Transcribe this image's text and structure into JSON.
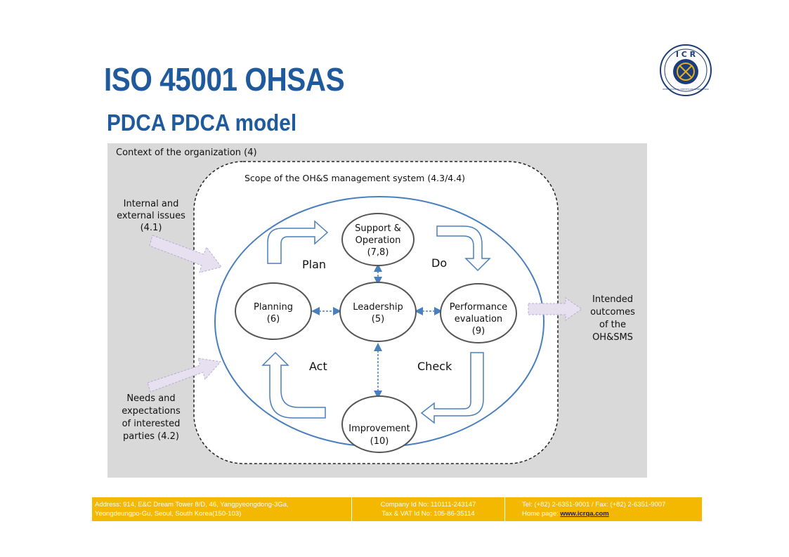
{
  "header": {
    "title": "ISO 45001 OHSAS",
    "subtitle": "PDCA PDCA model"
  },
  "logo": {
    "text": "I C R",
    "ring_text": "INTERNATIONAL CERTIFICATION REGISTRAR"
  },
  "diagram": {
    "context": "Context of the organization (4)",
    "scope": "Scope of the OH&S management system (4.3/4.4)",
    "inputs": {
      "issues": [
        "Internal and",
        "external issues",
        "(4.1)"
      ],
      "needs": [
        "Needs and",
        "expectations",
        "of interested",
        "parties (4.2)"
      ]
    },
    "output": [
      "Intended",
      "outcomes",
      "of the",
      "OH&SMS"
    ],
    "nodes": {
      "support": [
        "Support &",
        "Operation",
        "(7,8)"
      ],
      "planning": [
        "Planning",
        "(6)"
      ],
      "leadership": [
        "Leadership",
        "(5)"
      ],
      "performance": [
        "Performance",
        "evaluation",
        "(9)"
      ],
      "improvement": [
        "Improvement",
        "(10)"
      ]
    },
    "phases": {
      "plan": "Plan",
      "do": "Do",
      "check": "Check",
      "act": "Act"
    }
  },
  "footer": {
    "address_1": "Address: 914, E&C Dream Tower 8/D, 46, Yangpyeongdong-3Ga,",
    "address_2": "Yeongdeungpo-Gu, Seoul, South Korea(150-103)",
    "company_id": "Company Id No: 110111-243147",
    "tax_id": "Tax & VAT Id No: 105-86-35114",
    "tel": "Tel: (+82) 2-6351-9001 / Fax: (+82) 2-6351-9007",
    "homepage_label": "Home page: ",
    "homepage_url": "www.icrqa.com"
  },
  "colors": {
    "title": "#1f5a9c",
    "footer": "#f5b800",
    "diagram_background": "#d9d9d9",
    "ring": "#4a7fbd"
  }
}
